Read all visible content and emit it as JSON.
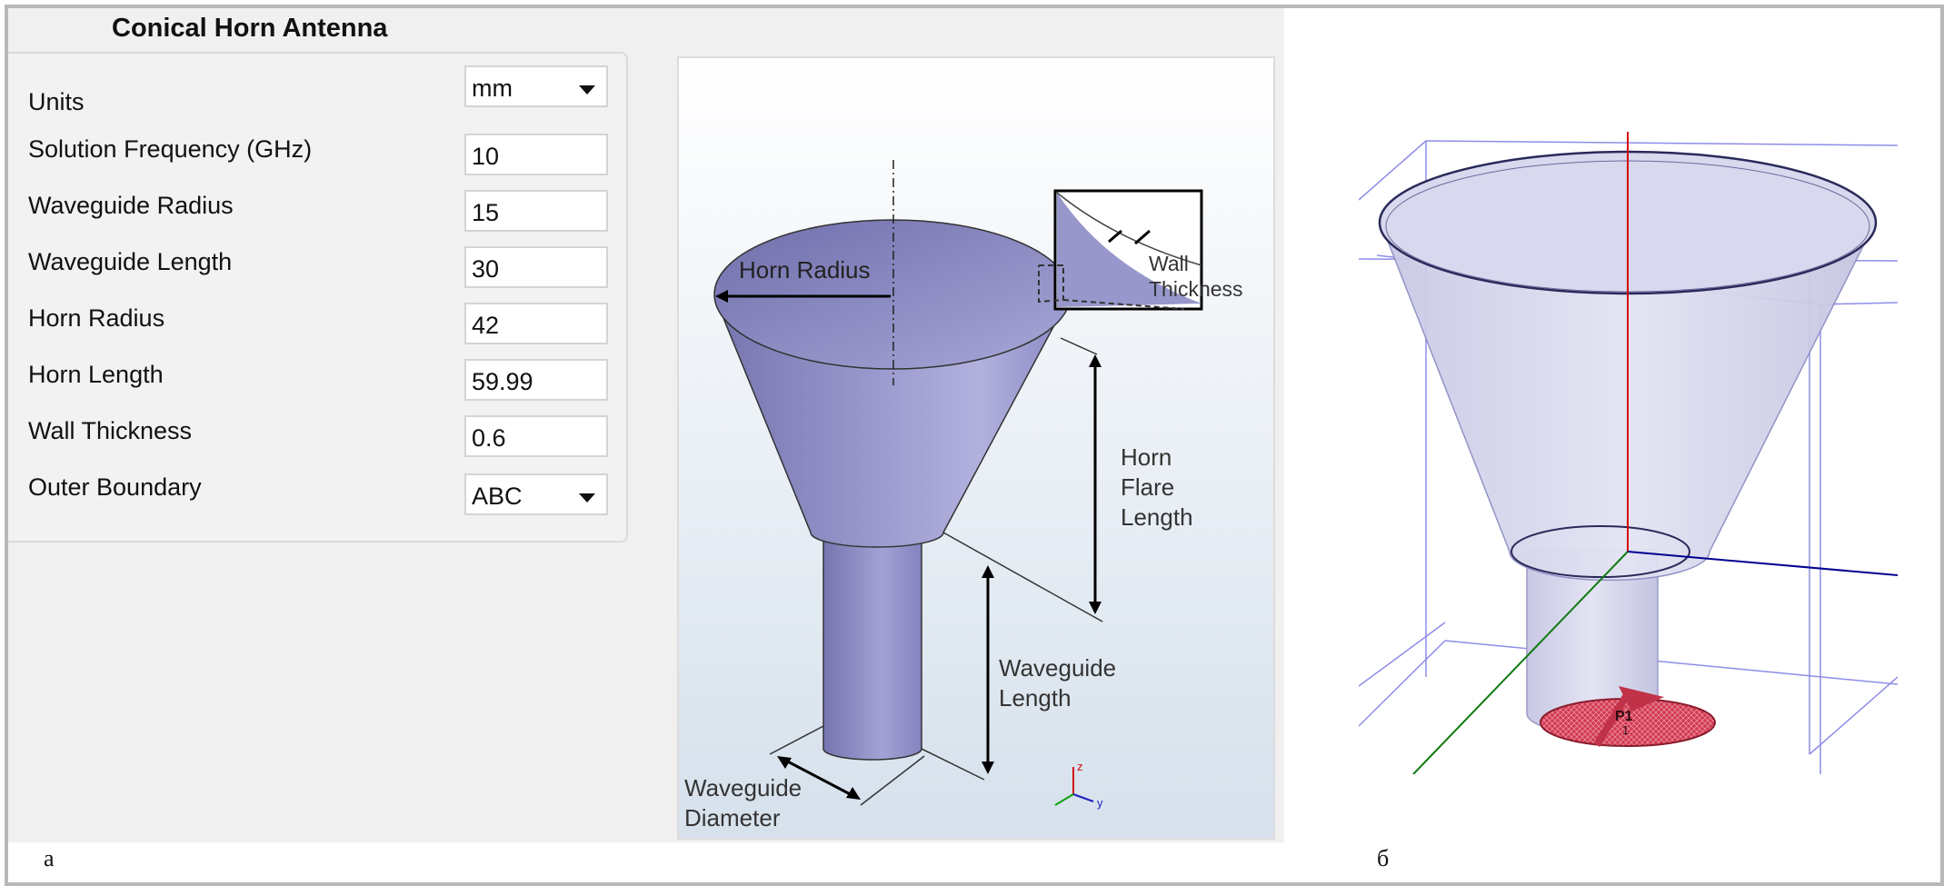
{
  "panel_a": {
    "title": "Conical Horn Antenna",
    "fields": [
      {
        "label": "Units",
        "value": "mm",
        "type": "dropdown"
      },
      {
        "label": "Solution Frequency (GHz)",
        "value": "10",
        "type": "text"
      },
      {
        "label": "Waveguide Radius",
        "value": "15",
        "type": "text"
      },
      {
        "label": "Waveguide Length",
        "value": "30",
        "type": "text"
      },
      {
        "label": "Horn Radius",
        "value": "42",
        "type": "text"
      },
      {
        "label": "Horn Length",
        "value": "59.99",
        "type": "text"
      },
      {
        "label": "Wall Thickness",
        "value": "0.6",
        "type": "text"
      },
      {
        "label": "Outer Boundary",
        "value": "ABC",
        "type": "dropdown"
      }
    ],
    "diagram_labels": {
      "horn_radius": "Horn Radius",
      "wall_1": "Wall",
      "wall_2": "Thickness",
      "flare_1": "Horn",
      "flare_2": "Flare",
      "flare_3": "Length",
      "wg_len_1": "Waveguide",
      "wg_len_2": "Length",
      "wg_dia_1": "Waveguide",
      "wg_dia_2": "Diameter",
      "axis_z": "z",
      "axis_y": "y"
    },
    "caption": "а"
  },
  "panel_b": {
    "port_label": "P1",
    "port_index": "1",
    "caption": "б"
  },
  "colors": {
    "horn_body": "#8a89c0",
    "panel_bg": "#f0f0f0",
    "axis_red": "#d40000",
    "axis_green": "#107a10",
    "axis_blue": "#000090",
    "box_lines": "#8d8de8",
    "port_red": "#d23a52"
  }
}
